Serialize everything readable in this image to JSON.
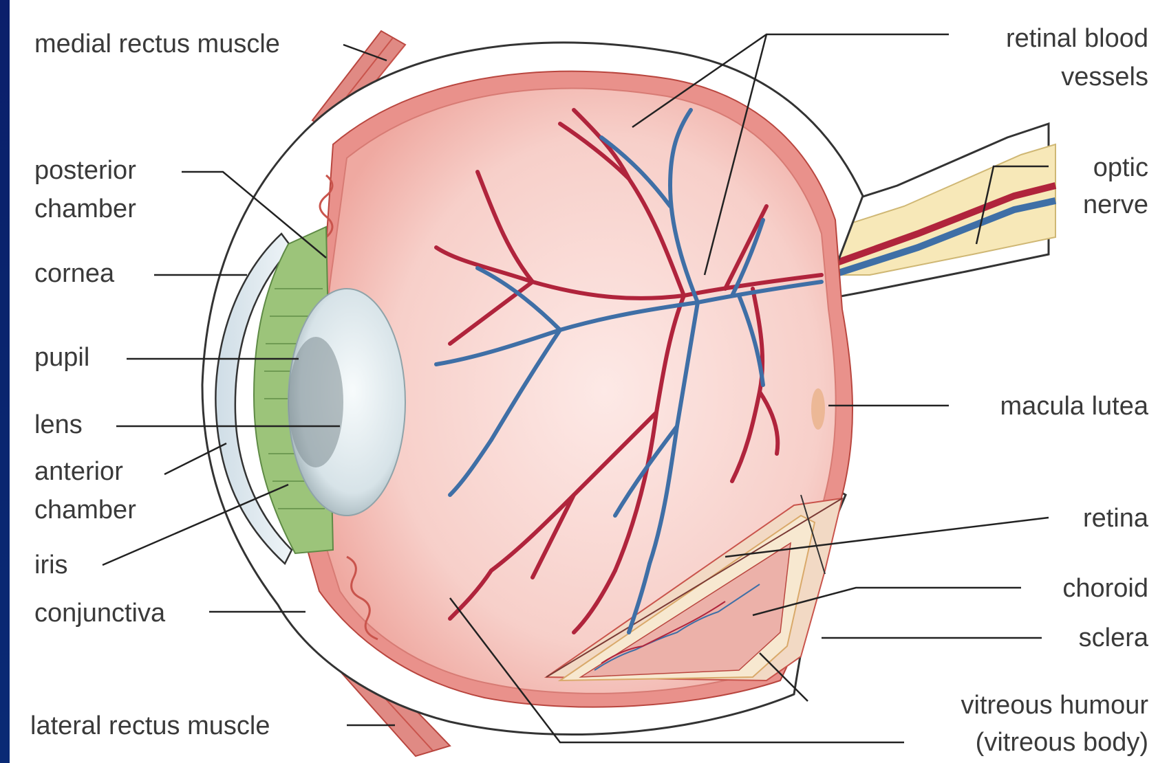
{
  "labels": {
    "medial_rectus": "medial rectus muscle",
    "posterior_chamber_1": "posterior",
    "posterior_chamber_2": "chamber",
    "cornea": "cornea",
    "pupil": "pupil",
    "lens": "lens",
    "anterior_chamber_1": "anterior",
    "anterior_chamber_2": "chamber",
    "iris": "iris",
    "conjunctiva": "conjunctiva",
    "lateral_rectus": "lateral rectus muscle",
    "retinal_vessels_1": "retinal blood",
    "retinal_vessels_2": "vessels",
    "optic_nerve_1": "optic",
    "optic_nerve_2": "nerve",
    "macula": "macula lutea",
    "retina": "retina",
    "choroid": "choroid",
    "sclera": "sclera",
    "vitreous_1": "vitreous humour",
    "vitreous_2": "(vitreous body)"
  },
  "colors": {
    "background_frame": "#0b1f6b",
    "panel": "#ffffff",
    "artery": "#b0243c",
    "vein": "#3f6fa6",
    "retina_fill": "#f6c9c3",
    "choroid": "#e07a78",
    "iris": "#9cc47a",
    "nerve": "#f7e8b8",
    "lens": "#dbe6ea"
  }
}
